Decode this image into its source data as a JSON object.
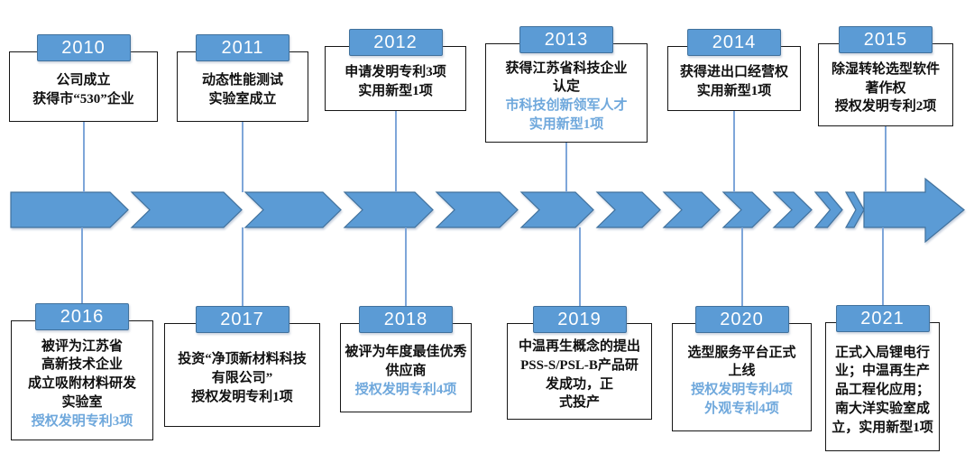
{
  "palette": {
    "accent": "#5B9BD5",
    "accent_border": "#41719C",
    "highlight_text": "#6FA8DC",
    "connector": "#7EA6D9",
    "box_border": "#161616",
    "year_text": "#FFFFFF",
    "body_text": "#101010",
    "background": "#FFFFFF"
  },
  "arrow_band": {
    "direction": "right",
    "description": "horizontal chevron arrow band from 2010 to 2021 ending in large arrowhead",
    "segment_count": 13
  },
  "timeline": {
    "rows": [
      {
        "position": "top",
        "milestones": [
          {
            "year": "2010",
            "lines": [
              {
                "text": "公司成立",
                "highlight": false
              },
              {
                "text": "获得市“530”企业",
                "highlight": false
              }
            ]
          },
          {
            "year": "2011",
            "lines": [
              {
                "text": "动态性能测试",
                "highlight": false
              },
              {
                "text": "实验室成立",
                "highlight": false
              }
            ]
          },
          {
            "year": "2012",
            "lines": [
              {
                "text": "申请发明专利3项",
                "highlight": false
              },
              {
                "text": "实用新型1项",
                "highlight": false
              }
            ]
          },
          {
            "year": "2013",
            "lines": [
              {
                "text": "获得江苏省科技企业",
                "highlight": false
              },
              {
                "text": "认定",
                "highlight": false
              },
              {
                "text": "市科技创新领军人才",
                "highlight": true
              },
              {
                "text": "实用新型1项",
                "highlight": true
              }
            ]
          },
          {
            "year": "2014",
            "lines": [
              {
                "text": "获得进出口经营权",
                "highlight": false
              },
              {
                "text": "实用新型1项",
                "highlight": false
              }
            ]
          },
          {
            "year": "2015",
            "lines": [
              {
                "text": "除湿转轮选型软件",
                "highlight": false
              },
              {
                "text": "著作权",
                "highlight": false
              },
              {
                "text": "授权发明专利2项",
                "highlight": false
              }
            ]
          }
        ]
      },
      {
        "position": "bottom",
        "milestones": [
          {
            "year": "2016",
            "lines": [
              {
                "text": "被评为江苏省",
                "highlight": false
              },
              {
                "text": "高新技术企业",
                "highlight": false
              },
              {
                "text": "成立吸附材料研发",
                "highlight": false
              },
              {
                "text": "实验室",
                "highlight": false
              },
              {
                "text": "授权发明专利3项",
                "highlight": true
              }
            ]
          },
          {
            "year": "2017",
            "lines": [
              {
                "text": "投资“净顶新材料科技",
                "highlight": false
              },
              {
                "text": "有限公司”",
                "highlight": false
              },
              {
                "text": "授权发明专利1项",
                "highlight": false
              }
            ]
          },
          {
            "year": "2018",
            "lines": [
              {
                "text": "被评为年度最佳优秀",
                "highlight": false
              },
              {
                "text": "供应商",
                "highlight": false
              },
              {
                "text": "授权发明专利4项",
                "highlight": true
              }
            ]
          },
          {
            "year": "2019",
            "lines": [
              {
                "text": "中温再生概念的提出",
                "highlight": false
              },
              {
                "text": "PSS-S/PSL-B产品研",
                "highlight": false
              },
              {
                "text": "发成功，正",
                "highlight": false
              },
              {
                "text": "式投产",
                "highlight": false
              }
            ]
          },
          {
            "year": "2020",
            "lines": [
              {
                "text": "选型服务平台正式",
                "highlight": false
              },
              {
                "text": "上线",
                "highlight": false
              },
              {
                "text": "授权发明专利4项",
                "highlight": true
              },
              {
                "text": "外观专利4项",
                "highlight": true
              }
            ]
          },
          {
            "year": "2021",
            "lines": [
              {
                "text": "正式入局锂电行",
                "highlight": false
              },
              {
                "text": "业；中温再生产",
                "highlight": false
              },
              {
                "text": "品工程化应用；",
                "highlight": false
              },
              {
                "text": "南大洋实验室成",
                "highlight": false
              },
              {
                "text": "立，实用新型1项",
                "highlight": false
              }
            ]
          }
        ]
      }
    ]
  }
}
